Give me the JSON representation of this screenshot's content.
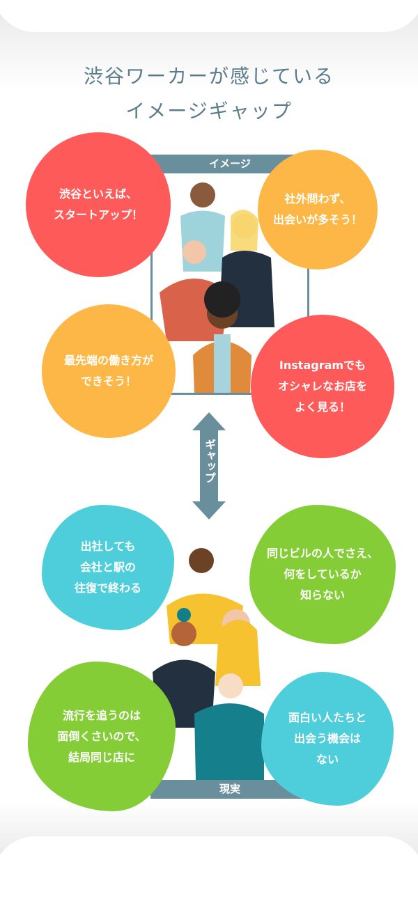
{
  "title": {
    "line1": "渋谷ワーカーが感じている",
    "line2": "イメージギャップ"
  },
  "image_section": {
    "label": "イメージ",
    "bubbles": [
      {
        "lines": [
          "渋谷といえば、",
          "スタートアップ！"
        ]
      },
      {
        "lines": [
          "社外問わず、",
          "出会いが多そう！"
        ]
      },
      {
        "lines": [
          "最先端の働き方が",
          "できそう！"
        ]
      },
      {
        "lines": [
          "Instagramでも",
          "オシャレなお店を",
          "よく見る！"
        ]
      }
    ]
  },
  "gap_label": "ギャップ",
  "reality_section": {
    "label": "現実",
    "bubbles": [
      {
        "lines": [
          "出社しても",
          "会社と駅の",
          "往復で終わる"
        ]
      },
      {
        "lines": [
          "同じビルの人でさえ、",
          "何をしているか",
          "知らない"
        ]
      },
      {
        "lines": [
          "流行を追うのは",
          "面倒くさいので、",
          "結局同じ店に"
        ]
      },
      {
        "lines": [
          "面白い人たちと",
          "出会う機会は",
          "ない"
        ]
      }
    ]
  },
  "colors": {
    "accent": "#6a8f9c",
    "red": "#fe5a5a",
    "orange": "#fdb746",
    "cyan": "#4ecdda",
    "green": "#84cd37"
  }
}
